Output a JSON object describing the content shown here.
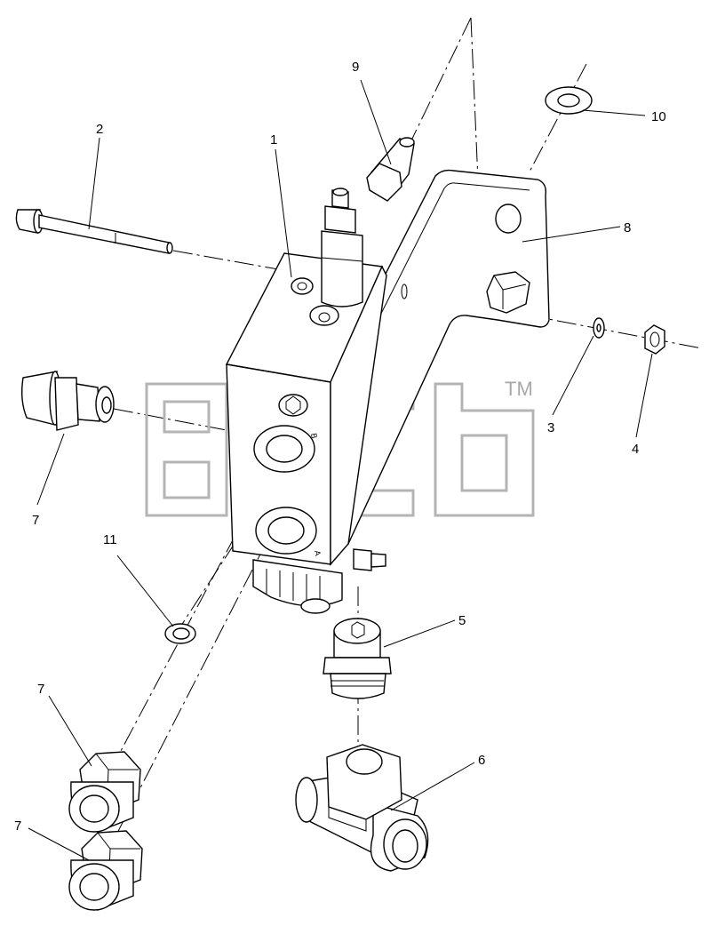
{
  "diagram": {
    "callouts": {
      "c1": "1",
      "c2": "2",
      "c3": "3",
      "c4": "4",
      "c5": "5",
      "c6": "6",
      "c7a": "7",
      "c7b": "7",
      "c7c": "7",
      "c8": "8",
      "c9": "9",
      "c10": "10",
      "c11": "11"
    },
    "port_marks": {
      "b": "B",
      "a": "A"
    },
    "watermark": {
      "trademark": "TM"
    }
  }
}
